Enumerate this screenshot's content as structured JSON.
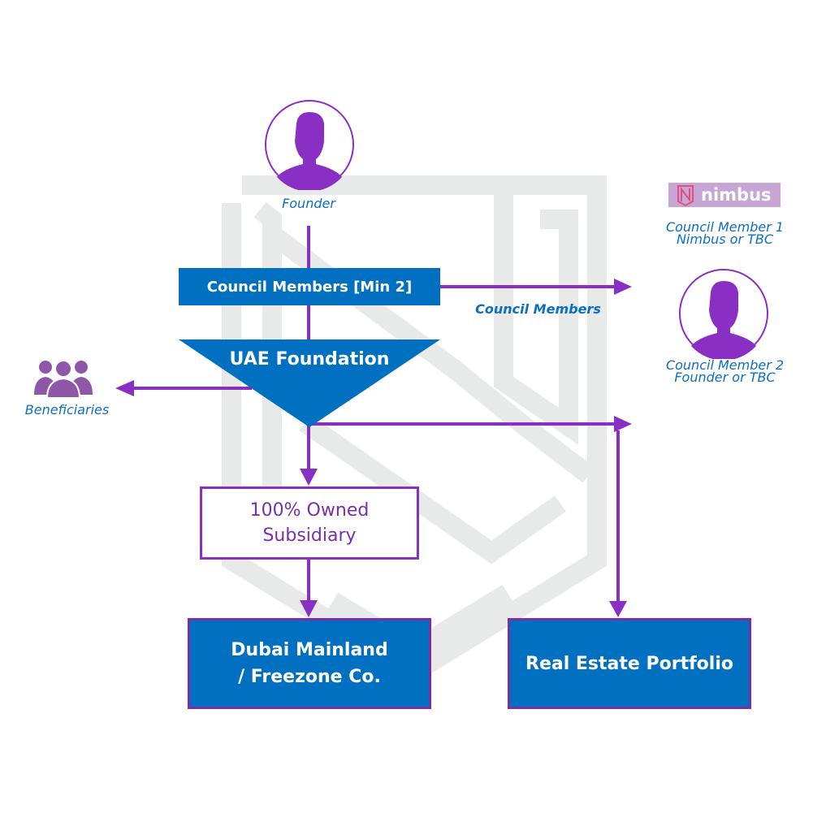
{
  "diagram": {
    "founder": {
      "label": "Founder",
      "icon": "person-silhouette-icon"
    },
    "council_box": {
      "label": "Council Members [Min 2]"
    },
    "council_arrow_label": "Council Members",
    "foundation": {
      "label": "UAE Foundation"
    },
    "beneficiaries": {
      "label": "Beneficiaries",
      "icon": "people-group-icon"
    },
    "council_member_1": {
      "line1": "Council Member 1",
      "line2": "Nimbus  or TBC"
    },
    "council_member_2": {
      "line1": "Council Member 2",
      "line2": "Founder or TBC",
      "icon": "person-silhouette-icon"
    },
    "nimbus_logo": {
      "text": "nimbus"
    },
    "subsidiary": {
      "line1": "100% Owned",
      "line2": "Subsidiary"
    },
    "dubai_box": {
      "line1": "Dubai Mainland",
      "line2": "/ Freezone Co."
    },
    "real_estate_box": {
      "label": "Real Estate Portfolio"
    }
  },
  "colors": {
    "primary_blue": "#0170c0",
    "arrow_purple": "#8a2fc4",
    "label_blue": "#0b6fc2",
    "watermark_gray": "#e8e9e9",
    "nimbus_bg": "#c7a6d6"
  }
}
